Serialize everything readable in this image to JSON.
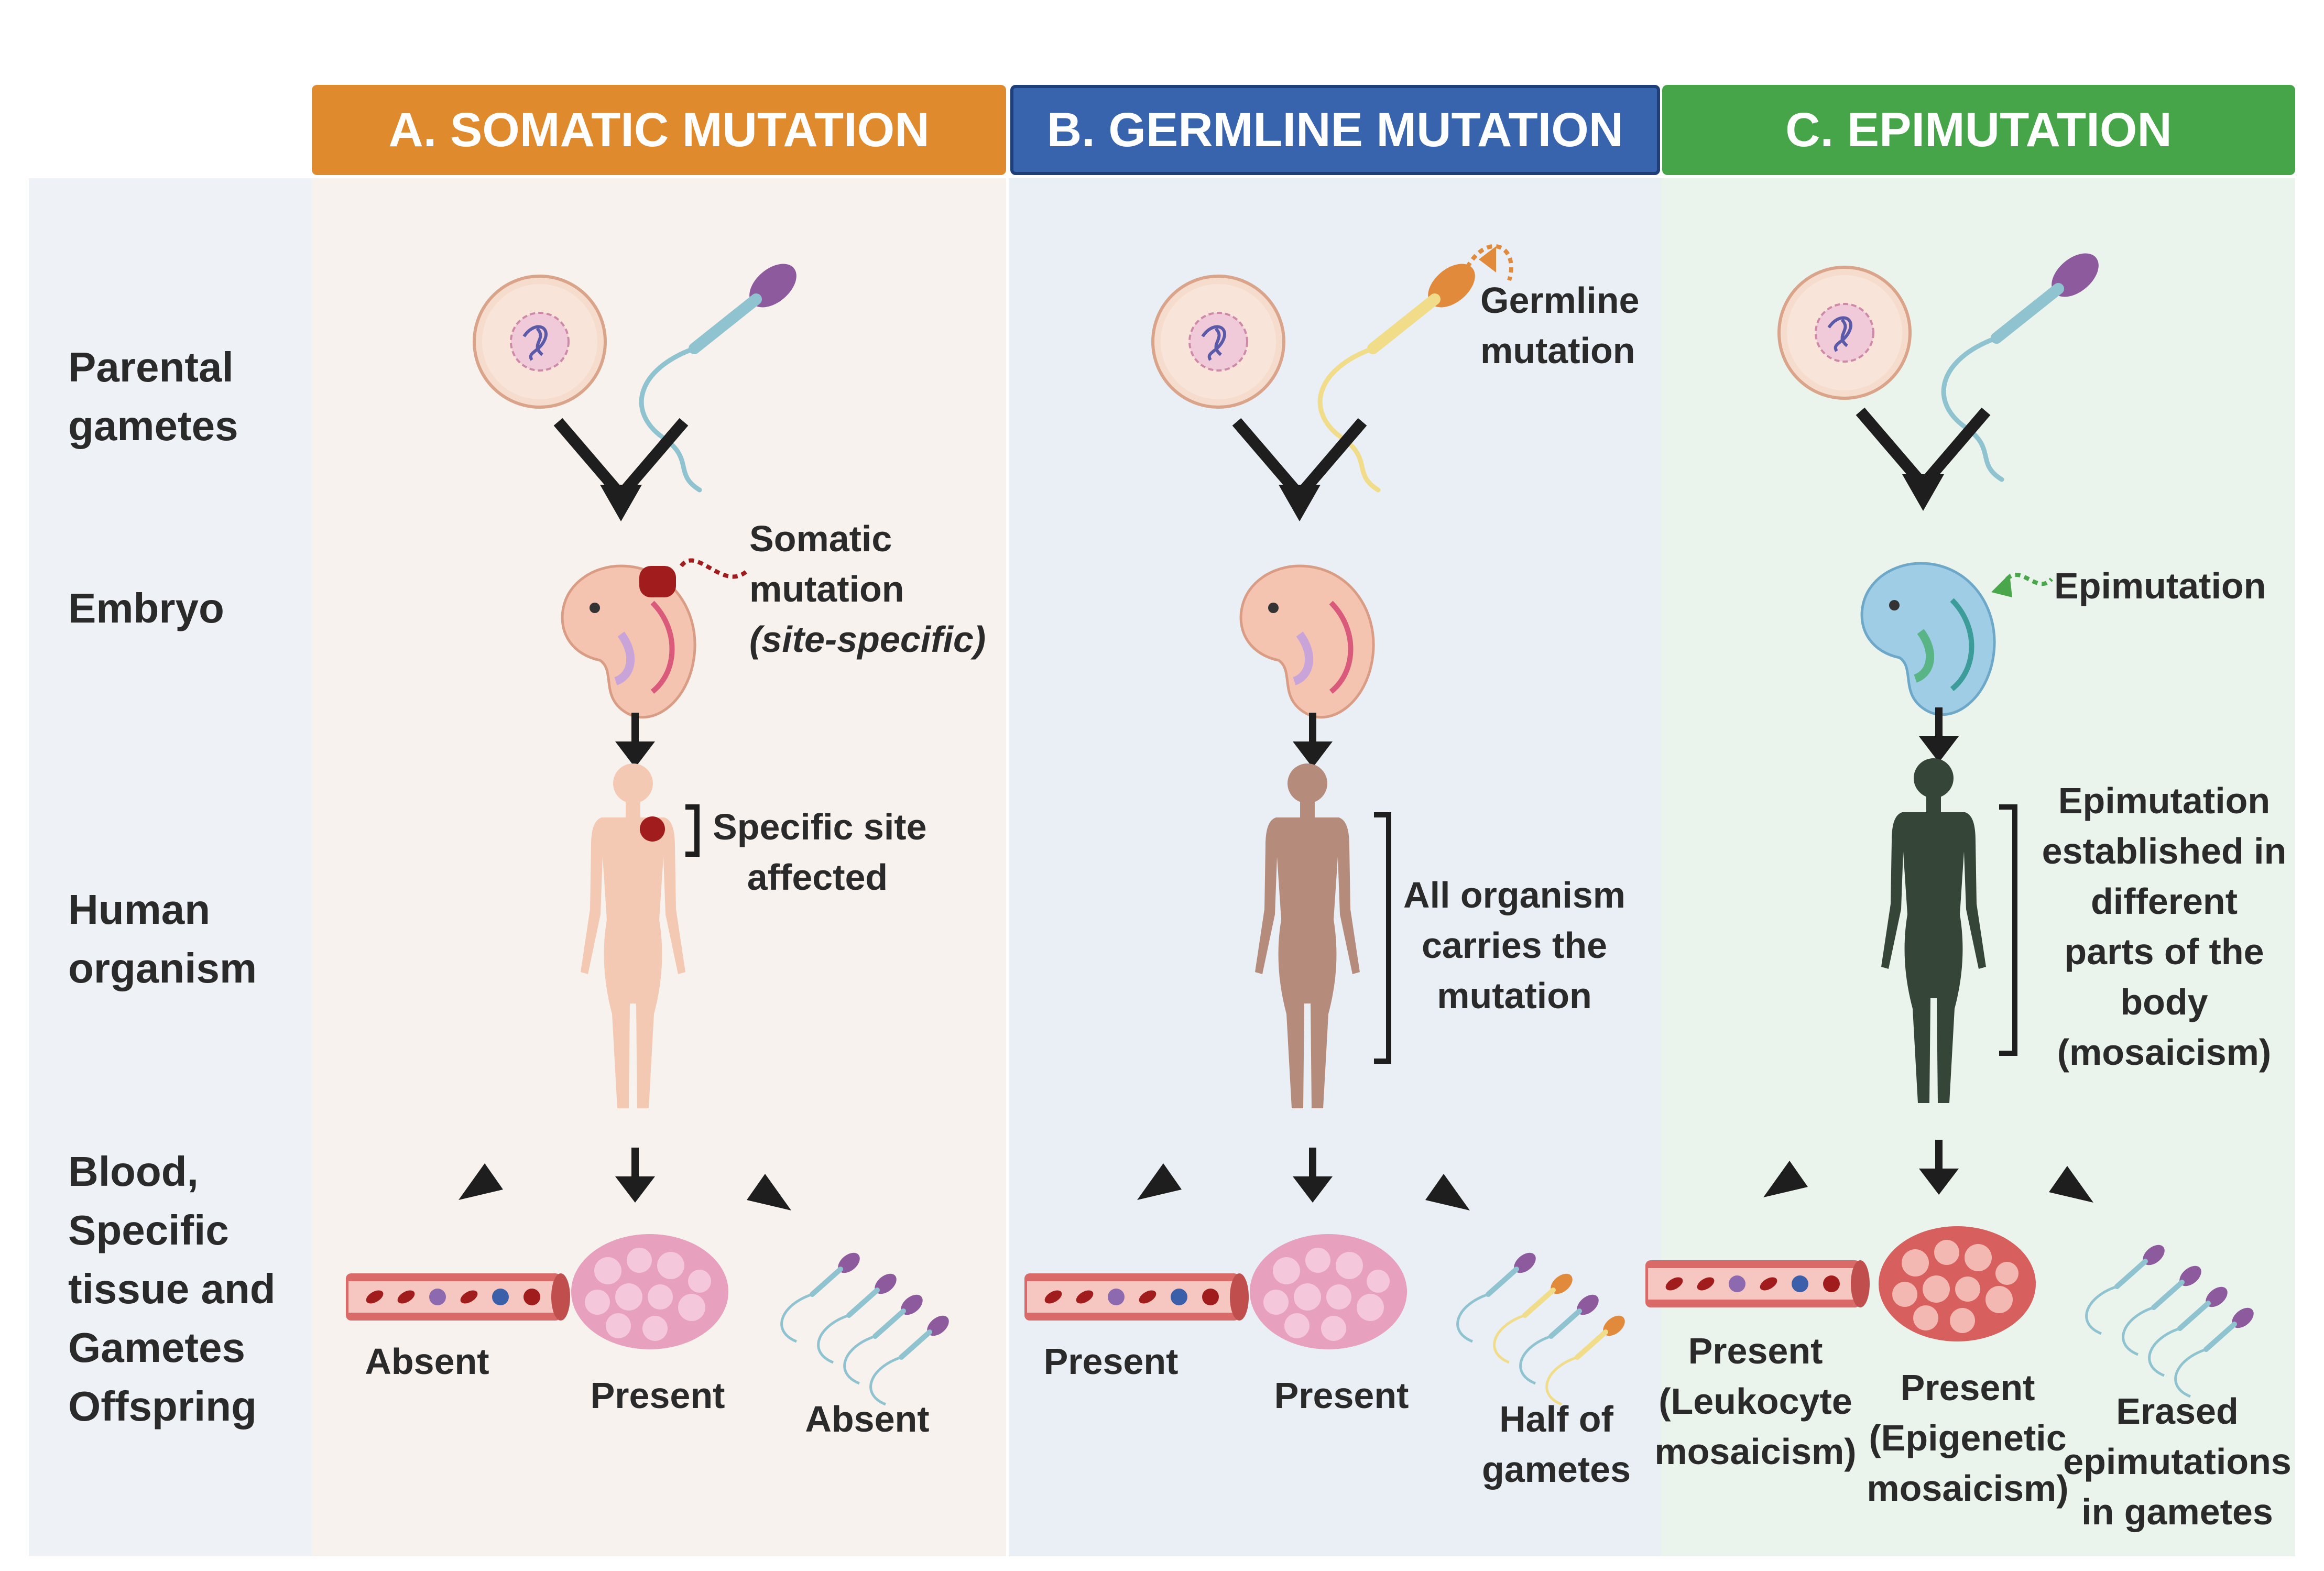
{
  "panels": {
    "a": {
      "title": "A. SOMATIC MUTATION",
      "color": "#e08a2e"
    },
    "b": {
      "title": "B. GERMLINE  MUTATION",
      "color": "#3764ad"
    },
    "c": {
      "title": "C. EPIMUTATION",
      "color": "#46a548"
    }
  },
  "rows": {
    "gametes": [
      "Parental",
      "gametes"
    ],
    "embryo": [
      "Embryo"
    ],
    "organism": [
      "Human",
      "organism"
    ],
    "tissues": [
      "Blood,",
      "Specific",
      "tissue and",
      "Gametes",
      "Offspring"
    ]
  },
  "somatic": {
    "embryo_note": [
      "Somatic",
      "mutation",
      "(site-specific)"
    ],
    "organism_note": [
      "Specific site",
      "affected"
    ],
    "outcomes": {
      "blood": "Absent",
      "tissue": "Present",
      "gametes": "Absent"
    }
  },
  "germline": {
    "gamete_note": [
      "Germline",
      "mutation"
    ],
    "organism_note": [
      "All organism",
      "carries the",
      "mutation"
    ],
    "outcomes": {
      "blood": "Present",
      "tissue": "Present",
      "gametes": [
        "Half of",
        "gametes"
      ]
    }
  },
  "epimutation": {
    "embryo_note": "Epimutation",
    "organism_note": [
      "Epimutation",
      "established in",
      "different",
      "parts of the",
      "body",
      "(mosaicism)"
    ],
    "outcomes": {
      "blood": [
        "Present",
        "(Leukocyte",
        "mosaicism)"
      ],
      "tissue": [
        "Present",
        "(Epigenetic",
        "mosaicism)"
      ],
      "gametes": [
        "Erased",
        "epimutations",
        "in gametes"
      ]
    }
  },
  "colors": {
    "somatic_mark": "#a11d1d",
    "germline_mark": "#e28a3c",
    "epimutation_mark": "#4aa64a",
    "body_somatic": "#f4c9b4",
    "body_germline": "#b58b7c",
    "body_epimutation": "#354537"
  }
}
